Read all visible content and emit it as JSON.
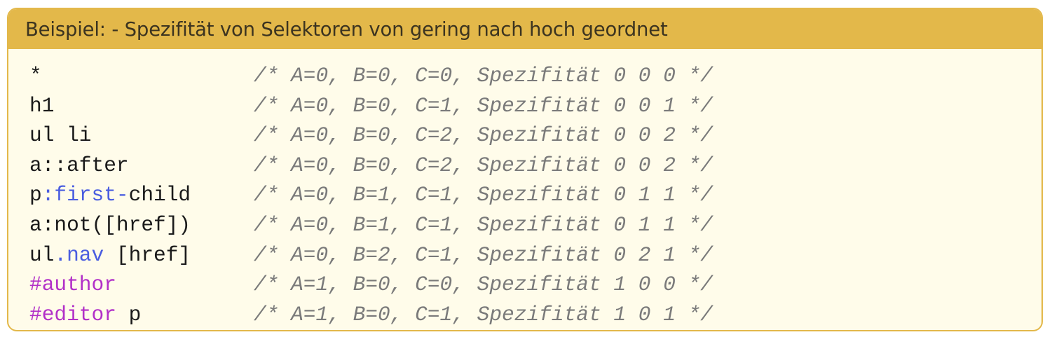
{
  "header": {
    "title": "Beispiel: - Spezifität von Selektoren von gering nach hoch geordnet"
  },
  "colors": {
    "header_bg": "#e3b84a",
    "body_bg": "#fffcea",
    "comment": "#7a7a7a",
    "pseudo_class": "#4a5de0",
    "id_selector": "#b230c8"
  },
  "rows": [
    {
      "selector": [
        {
          "text": "*",
          "kind": "default"
        }
      ],
      "comment": "/* A=0, B=0, C=0, Spezifität 0 0 0 */"
    },
    {
      "selector": [
        {
          "text": "h1",
          "kind": "default"
        }
      ],
      "comment": "/* A=0, B=0, C=1, Spezifität 0 0 1 */"
    },
    {
      "selector": [
        {
          "text": "ul li",
          "kind": "default"
        }
      ],
      "comment": "/* A=0, B=0, C=2, Spezifität 0 0 2 */"
    },
    {
      "selector": [
        {
          "text": "a::after",
          "kind": "default"
        }
      ],
      "comment": "/* A=0, B=0, C=2, Spezifität 0 0 2 */"
    },
    {
      "selector": [
        {
          "text": "p",
          "kind": "default"
        },
        {
          "text": ":first-",
          "kind": "pseudo"
        },
        {
          "text": "child",
          "kind": "default"
        }
      ],
      "comment": "/* A=0, B=1, C=1, Spezifität 0 1 1 */"
    },
    {
      "selector": [
        {
          "text": "a:not([href])",
          "kind": "default"
        }
      ],
      "comment": "/* A=0, B=1, C=1, Spezifität 0 1 1 */"
    },
    {
      "selector": [
        {
          "text": "ul",
          "kind": "default"
        },
        {
          "text": ".nav",
          "kind": "class"
        },
        {
          "text": " [href]",
          "kind": "default"
        }
      ],
      "comment": "/* A=0, B=2, C=1, Spezifität 0 2 1 */"
    },
    {
      "selector": [
        {
          "text": "#author",
          "kind": "id"
        }
      ],
      "comment": "/* A=1, B=0, C=0, Spezifität 1 0 0 */"
    },
    {
      "selector": [
        {
          "text": "#editor",
          "kind": "id"
        },
        {
          "text": " p",
          "kind": "default"
        }
      ],
      "comment": "/* A=1, B=0, C=1, Spezifität 1 0 1 */"
    }
  ]
}
